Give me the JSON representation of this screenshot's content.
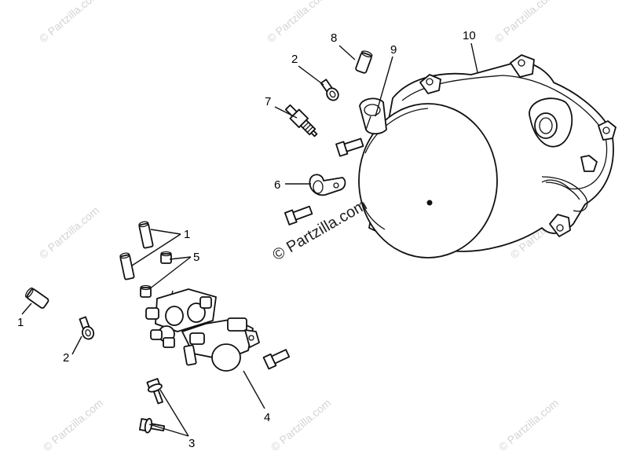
{
  "diagram": {
    "watermark": "© Partzilla.com",
    "callouts": {
      "c1a": "1",
      "c1b": "1",
      "c2a": "2",
      "c2b": "2",
      "c3": "3",
      "c4": "4",
      "c5": "5",
      "c6": "6",
      "c7": "7",
      "c8": "8",
      "c9": "9",
      "c10": "10"
    }
  }
}
